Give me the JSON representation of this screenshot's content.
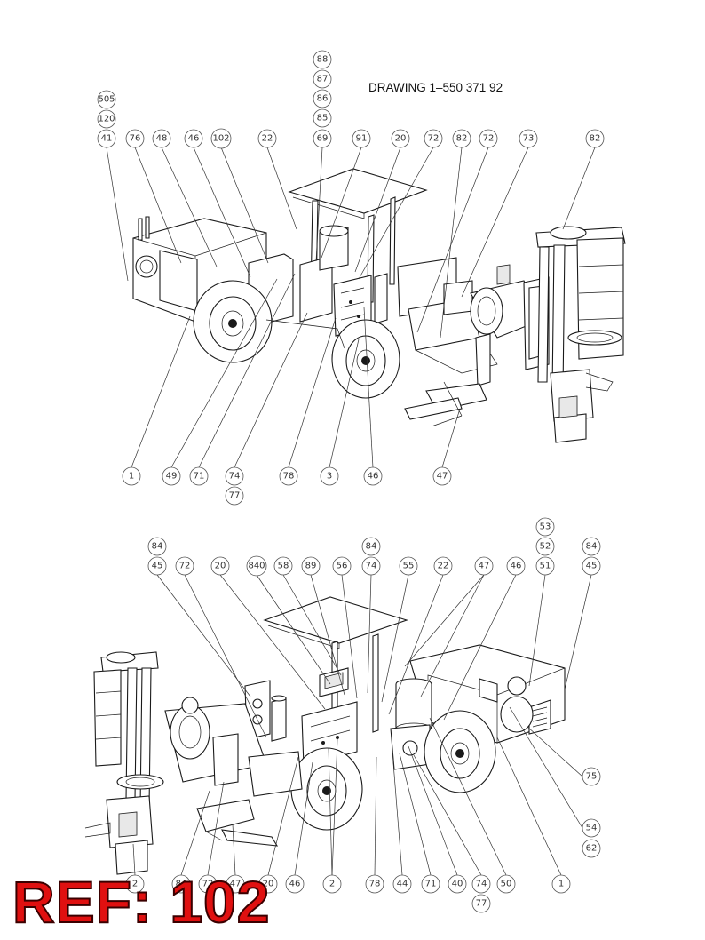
{
  "drawing_title": "DRAWING 1–550 371 92",
  "ref_label": "REF: 102",
  "colors": {
    "ref_label": "#e01010",
    "linework": "#1a1a1a"
  },
  "top_view": {
    "top_stacks": [
      {
        "id": "t-col-41",
        "numbers": [
          "505",
          "120",
          "41"
        ]
      },
      {
        "id": "t-col-69",
        "numbers": [
          "88",
          "87",
          "86",
          "85",
          "69"
        ]
      }
    ],
    "top_row": [
      "76",
      "48",
      "46",
      "102",
      "22",
      "91",
      "20",
      "72",
      "82",
      "72",
      "73",
      "82"
    ],
    "bottom_row": [
      "1",
      "49",
      "71",
      "74",
      "78",
      "3",
      "46",
      "47"
    ],
    "bottom_extra": [
      "77"
    ]
  },
  "bottom_view": {
    "top_stacks": [
      {
        "id": "b-col-45",
        "numbers": [
          "84",
          "45"
        ]
      },
      {
        "id": "b-col-74",
        "numbers": [
          "84",
          "74"
        ]
      },
      {
        "id": "b-col-51",
        "numbers": [
          "53",
          "52",
          "51"
        ]
      },
      {
        "id": "b-col-45r",
        "numbers": [
          "84",
          "45"
        ]
      }
    ],
    "top_row": [
      "72",
      "20",
      "840",
      "58",
      "89",
      "56",
      "55",
      "22",
      "47",
      "46"
    ],
    "right_side": [
      "75",
      "54",
      "62"
    ],
    "bottom_row": [
      "2",
      "84",
      "72",
      "47",
      "20",
      "46",
      "2",
      "78",
      "44",
      "71",
      "40",
      "74",
      "50",
      "1"
    ],
    "bottom_extra": [
      "77"
    ]
  }
}
